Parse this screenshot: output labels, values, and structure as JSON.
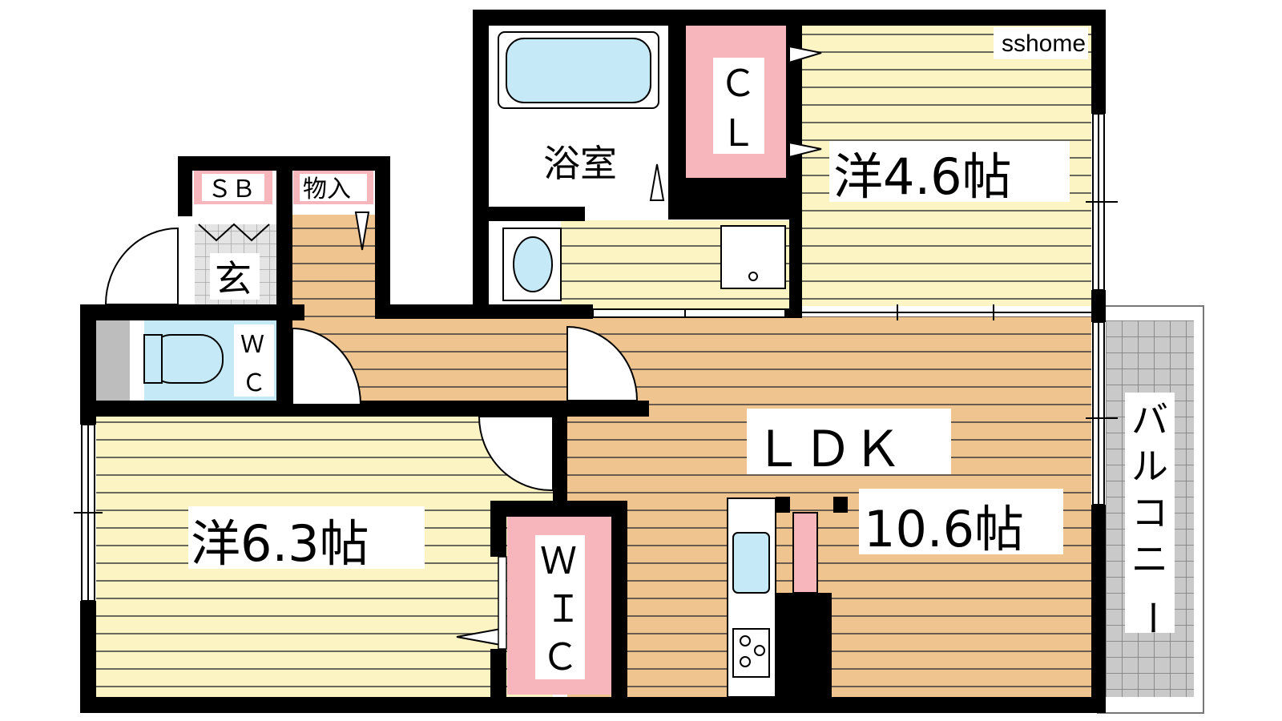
{
  "watermark": "sshome",
  "rooms": {
    "western_a": "洋4.6帖",
    "western_b": "洋6.3帖",
    "ldk_name": "ＬＤＫ",
    "ldk_size": "10.6帖",
    "bath": "浴室",
    "entrance": "玄",
    "storage": "物入",
    "shoe_box": "ＳＢ",
    "closet": [
      "Ｃ",
      "Ｌ"
    ],
    "toilet": [
      "Ｗ",
      "Ｃ"
    ],
    "wic": [
      "Ｗ",
      "Ｉ",
      "Ｃ"
    ],
    "balcony": [
      "バ",
      "ル",
      "コ",
      "ニ",
      "ー"
    ]
  },
  "colors": {
    "cream": "#fdf4c4",
    "wood": "#efc48f",
    "pink": "#f7b6bb",
    "water": "#c6e9f7",
    "wall": "#000000",
    "grey": "#bdbdbd"
  }
}
